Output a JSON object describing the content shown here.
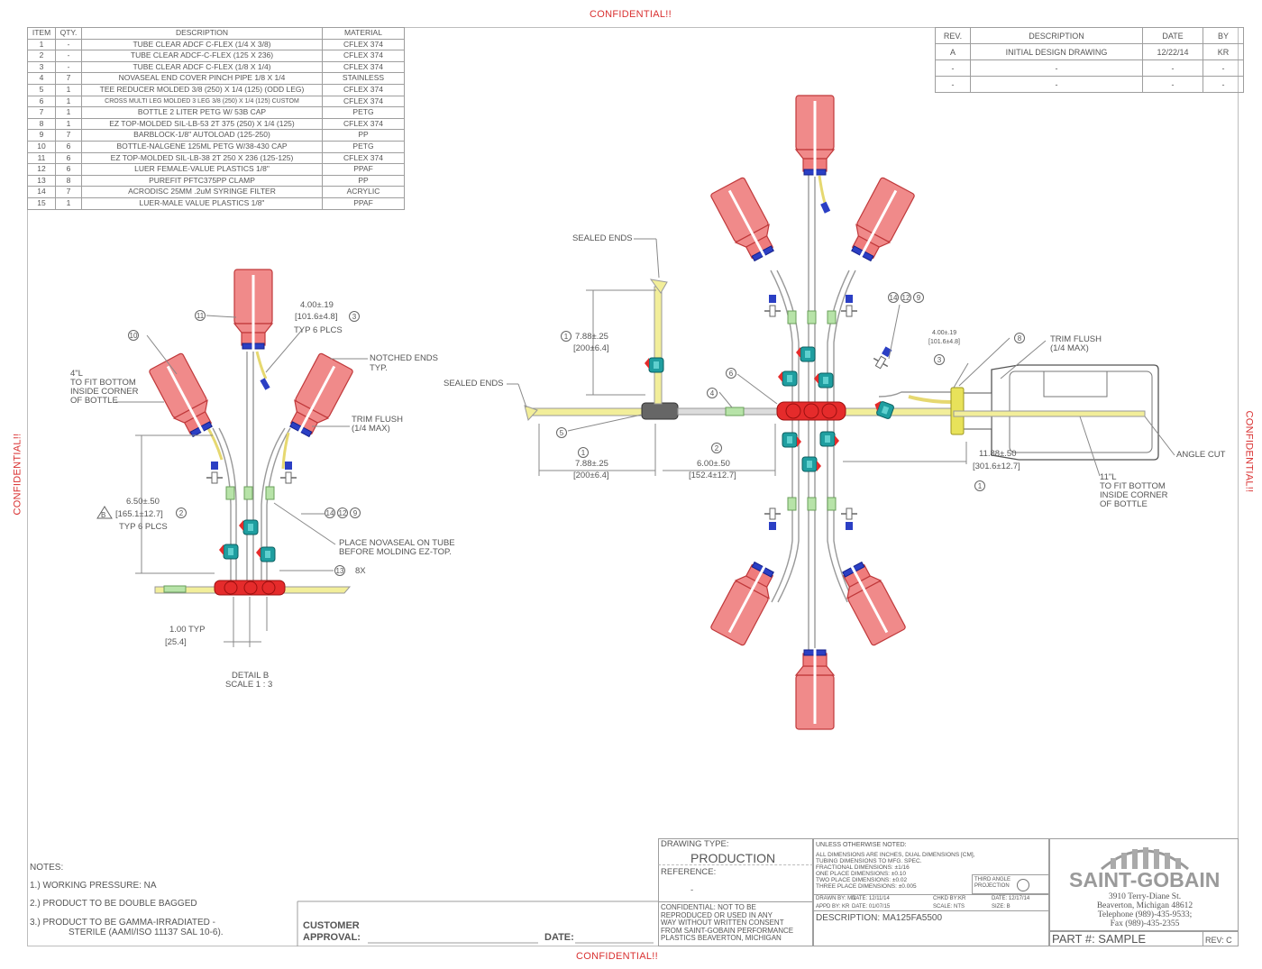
{
  "confidential": "CONFIDENTIAL!!",
  "bom": {
    "headers": [
      "ITEM",
      "QTY.",
      "DESCRIPTION",
      "MATERIAL"
    ],
    "rows": [
      [
        "1",
        "-",
        "TUBE CLEAR ADCF C-FLEX (1/4 X 3/8)",
        "CFLEX 374"
      ],
      [
        "2",
        "-",
        "TUBE CLEAR ADCF-C-FLEX (125 X 236)",
        "CFLEX 374"
      ],
      [
        "3",
        "-",
        "TUBE CLEAR ADCF C-FLEX (1/8 X 1/4)",
        "CFLEX 374"
      ],
      [
        "4",
        "7",
        "NOVASEAL END COVER PINCH PIPE 1/8 X 1/4",
        "STAINLESS"
      ],
      [
        "5",
        "1",
        "TEE REDUCER MOLDED 3/8 (250) X 1/4 (125) (ODD LEG)",
        "CFLEX 374"
      ],
      [
        "6",
        "1",
        "CROSS MULTI LEG MOLDED 3 LEG 3/8 (250) X 1/4 (125) CUSTOM",
        "CFLEX 374"
      ],
      [
        "7",
        "1",
        "BOTTLE 2 LITER PETG W/ 53B CAP",
        "PETG"
      ],
      [
        "8",
        "1",
        "EZ TOP-MOLDED SIL-LB-53 2T 375 (250) X 1/4 (125)",
        "CFLEX 374"
      ],
      [
        "9",
        "7",
        "BARBLOCK-1/8\" AUTOLOAD (125-250)",
        "PP"
      ],
      [
        "10",
        "6",
        "BOTTLE-NALGENE 125ML PETG W/38-430 CAP",
        "PETG"
      ],
      [
        "11",
        "6",
        "EZ TOP-MOLDED SIL-LB-38 2T 250 X 236 (125-125)",
        "CFLEX 374"
      ],
      [
        "12",
        "6",
        "LUER FEMALE-VALUE PLASTICS 1/8\"",
        "PPAF"
      ],
      [
        "13",
        "8",
        "PUREFIT PFTC375PP CLAMP",
        "PP"
      ],
      [
        "14",
        "7",
        "ACRODISC 25MM .2uM SYRINGE FILTER",
        "ACRYLIC"
      ],
      [
        "15",
        "1",
        "LUER-MALE VALUE PLASTICS 1/8\"",
        "PPAF"
      ]
    ]
  },
  "revision": {
    "headers": [
      "REV.",
      "DESCRIPTION",
      "DATE",
      "BY"
    ],
    "rows": [
      [
        "A",
        "INITIAL DESIGN DRAWING",
        "12/22/14",
        "KR"
      ],
      [
        "-",
        "-",
        "-",
        "-"
      ],
      [
        "-",
        "-",
        "-",
        "-"
      ]
    ]
  },
  "detail": {
    "dim_top": "4.00±.19",
    "dim_top_mm": "101.6±4.8",
    "typ6": "TYP 6 PLCS",
    "notched": "NOTCHED ENDS",
    "typ": "TYP.",
    "fit_bottom": [
      "4\"L",
      "TO FIT BOTTOM",
      "INSIDE CORNER",
      "OF BOTTLE"
    ],
    "trim": "TRIM FLUSH",
    "trim_max": "(1/4 MAX)",
    "dim_side": "6.50±.50",
    "dim_side_mm": "165.1±12.7",
    "typ6b": "TYP 6 PLCS",
    "place": "PLACE NOVASEAL ON TUBE",
    "place2": "BEFORE MOLDING EZ-TOP.",
    "bx": "8X",
    "dim_bot": "1.00  TYP",
    "dim_bot_mm": "25.4",
    "title": "DETAIL B",
    "scale": "SCALE 1 : 3",
    "b_letter": "B"
  },
  "main": {
    "sealed_top": "SEALED ENDS",
    "sealed_left": "SEALED ENDS",
    "dim_v": "7.88±.25",
    "dim_v_mm": "200±6.4",
    "dim_h1": "7.88±.25",
    "dim_h1_mm": "200±6.4",
    "dim_h2": "6.00±.50",
    "dim_h2_mm": "152.4±12.7",
    "dim_r": "11.88±.50",
    "dim_r_mm": "301.6±12.7",
    "dim_small": "4.00±.19",
    "dim_small_mm": "101.6±4.8",
    "trim": "TRIM FLUSH",
    "trim_max": "(1/4 MAX)",
    "angle": "ANGLE CUT",
    "fit11": [
      "11\"L",
      "TO FIT BOTTOM",
      "INSIDE CORNER",
      "OF BOTTLE"
    ]
  },
  "bubbles": {
    "b1": "1",
    "b2": "2",
    "b3": "3",
    "b4": "4",
    "b5": "5",
    "b6": "6",
    "b8": "8",
    "b9": "9",
    "b10": "10",
    "b11": "11",
    "b12": "12",
    "b13": "13",
    "b14": "14"
  },
  "notes": {
    "title": "NOTES:",
    "n1": "1.) WORKING PRESSURE: NA",
    "n2": "2.) PRODUCT TO BE DOUBLE BAGGED",
    "n3a": "3.) PRODUCT TO BE GAMMA-IRRADIATED -",
    "n3b": "STERILE (AAMI/ISO 11137 SAL 10-6)."
  },
  "titleblock": {
    "customer": "CUSTOMER",
    "approval": "APPROVAL:",
    "date": "DATE:",
    "dtype_label": "DRAWING TYPE:",
    "dtype": "PRODUCTION",
    "ref_label": "REFERENCE:",
    "ref": "-",
    "conf_note": [
      "CONFIDENTIAL: NOT TO BE",
      "REPRODUCED OR USED IN ANY",
      "WAY WITHOUT WRITTEN CONSENT",
      "FROM SAINT-GOBAIN PERFORMANCE",
      "PLASTICS BEAVERTON, MICHIGAN"
    ],
    "unless": "UNLESS OTHERWISE NOTED:",
    "tol": [
      "ALL DIMENSIONS ARE INCHES, DUAL DIMENSIONS [CM],",
      "TUBING DIMENSIONS TO MFG. SPEC.",
      "FRACTIONAL DIMENSIONS: ±1/16",
      "ONE PLACE DIMENSIONS: ±0.10",
      "TWO PLACE DIMENSIONS: ±0.02",
      "THREE PLACE DIMENSIONS: ±0.005"
    ],
    "third_angle": [
      "THIRD ANGLE",
      "PROJECTION"
    ],
    "drawn": "DRAWN BY: MN",
    "drawn_date": "DATE: 12/11/14",
    "chkd": "CHKD BY:KR",
    "chkd_date": "DATE: 12/17/14",
    "appd": "APPD BY: KR",
    "appd_date": "DATE: 01/07/15",
    "scale": "SCALE: NTS",
    "size": "SIZE: B",
    "desc": "DESCRIPTION: MA125FA5500",
    "brand": "SAINT-GOBAIN",
    "addr": [
      "3910 Terry-Diane St.",
      "Beaverton, Michigan  48612",
      "Telephone (989)-435-9533;",
      "Fax (989)-435-2355"
    ],
    "part": "PART #: SAMPLE",
    "rev": "REV: C"
  },
  "colors": {
    "bottle": "#f08a8a",
    "bottle_stroke": "#c0393b",
    "cap": "#2b3fc4",
    "tube": "#f2ee9a",
    "teal": "#1f9ea0",
    "red": "#e52b2b",
    "gray": "#c9c9c9"
  }
}
